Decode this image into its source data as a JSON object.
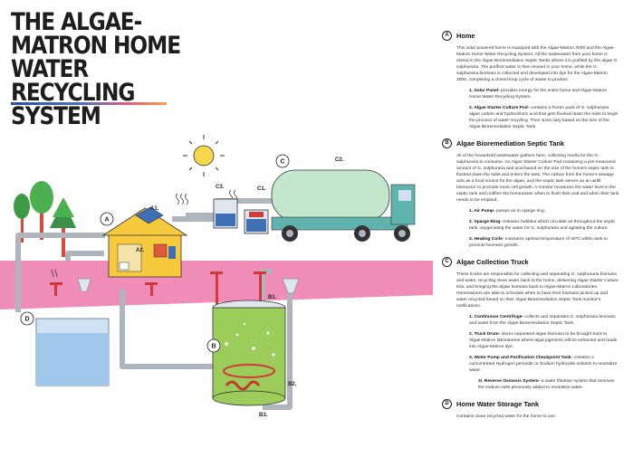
{
  "title": "THE ALGAE-MATRON HOME WATER RECYCLING SYSTEM",
  "colors": {
    "water_blue": "#9fc7ea",
    "pipe_grey": "#aeb5bc",
    "ground_pink": "#f08cb8",
    "house_yellow": "#f7c93c",
    "algae_green": "#9ccc5a",
    "truck_teal": "#5fb4ae",
    "accent_red": "#d23a3a",
    "sun_yellow": "#f6d64a"
  },
  "diagram": {
    "labels": {
      "A": "A",
      "A1": "A1.",
      "A2": "A2.",
      "B": "B",
      "B1": "B1.",
      "B2": "B2.",
      "B3": "B3.",
      "C": "C",
      "C1": "C1.",
      "C2": "C2.",
      "C3": "C3.",
      "D": "D"
    }
  },
  "sections": [
    {
      "letter": "A",
      "title": "Home",
      "paragraphs": [
        "This solar powered home is equipped with the Algae-Matron 3000 and the Algae-Matron Home Water Recycling System. All the wastewater from your home is stored in the Algae Bioremediation Septic Tanks where it is purified by the algae G. sulphuraria. The purified water is then reused in your home, while the G. sulphuraria biomass is collected and developed into dye for the Algae-Matron 3000, completing a closed loop cycle of waste to product."
      ],
      "items": [
        {
          "num": "1. Solar Panel-",
          "text": " provides energy for the entire home and Algae-Matron Home Water Recycling System."
        },
        {
          "num": "2. Algae Starter Culture Pod-",
          "text": " contains a frozen pack of G. sulphuraria algae culture and hydrochloric acid that gets flushed down the toilet to begin the process of water recycling. Their sizes vary based on the size of the Algae Bioremediation Septic Tank."
        }
      ]
    },
    {
      "letter": "B",
      "title": "Algae Bioremediation Septic Tank",
      "paragraphs": [
        "All of the household wastewater gathers here, collecting media for the G. sulphuraria to consume. An Algae Starter Culture Pod containing a pre-measured amount of G. sulphuraria and acid based on the size of the home's septic tank is flushed down the toilet and enters the tank. The carbon from the home's sewage acts as a food source for the algae, and the septic tank serves as an airlift bioreactor to promote more cell growth. A monitor measures the water level in the septic tank and notifies the homeowner when to flush their pod and when their tank needs to be emptied."
      ],
      "items": [
        {
          "num": "1. Air Pump-",
          "text": " pumps air to sparge ring."
        },
        {
          "num": "2. Sparge Ring-",
          "text": " releases bubbles which circulate air throughout the septic tank, oxygenating the water for G. sulphuraria and agitating the culture."
        },
        {
          "num": "3. Heating Coils-",
          "text": " maintains optimal temperature of 40ºC within tank to promote biomass growth."
        }
      ]
    },
    {
      "letter": "C",
      "title": "Algae Collection Truck",
      "paragraphs": [
        "These trucks are responsible for collecting and separating G. sulphuraria biomass and water, recycling clean water back to the home, delivering Algae Starter Culture Kits, and bringing the algae biomass back to Algae-Matron Laboratories. Homeowners are able to schedule when to have their biomass picked up and water recycled based on their Algae Bioremediation Septic Tank monitor's notifications."
      ],
      "items": [
        {
          "num": "1. Continuous Centrifuge-",
          "text": " collects and separates G. sulphuraria biomass and water from the Algae Bioremediation Septic Tank."
        },
        {
          "num": "2. Truck Drum-",
          "text": " stores separated algae biomass to be brought back to Algae-Matron laboratories where algal pigments will be extracted and made into Algae-Matron dye."
        },
        {
          "num": "3. Water Pump and Purification Checkpoint Tank-",
          "text": " contains a concentrated Hydrogen peroxide or Sodium hydroxide solution to neutralize water."
        }
      ],
      "subitems": [
        {
          "num": "3i. Reverse Osmosis System-",
          "text": " a water filtration system that removes the sodium salts previously added to neutralize water."
        }
      ]
    },
    {
      "letter": "D",
      "title": "Home Water Storage Tank",
      "paragraphs": [
        "Contains clean recycled water for the home to use."
      ],
      "items": []
    }
  ]
}
